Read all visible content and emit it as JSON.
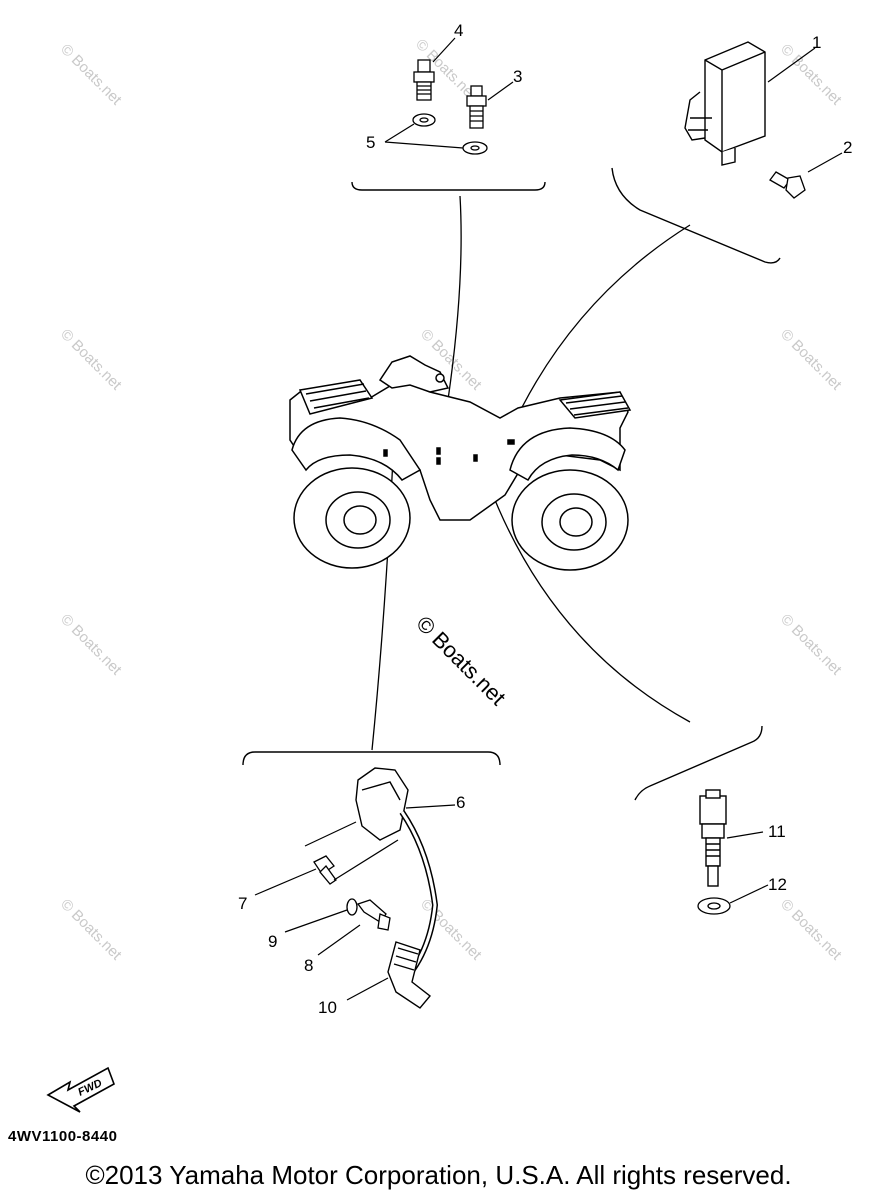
{
  "callouts": [
    "1",
    "2",
    "3",
    "4",
    "5",
    "6",
    "7",
    "8",
    "9",
    "10",
    "11",
    "12"
  ],
  "watermark": "© Boats.net",
  "watermark_center": "© Boats.net",
  "fwd_label": "FWD",
  "diagram_code": "4WV1100-8440",
  "copyright": "©2013 Yamaha Motor Corporation, U.S.A. All rights reserved."
}
